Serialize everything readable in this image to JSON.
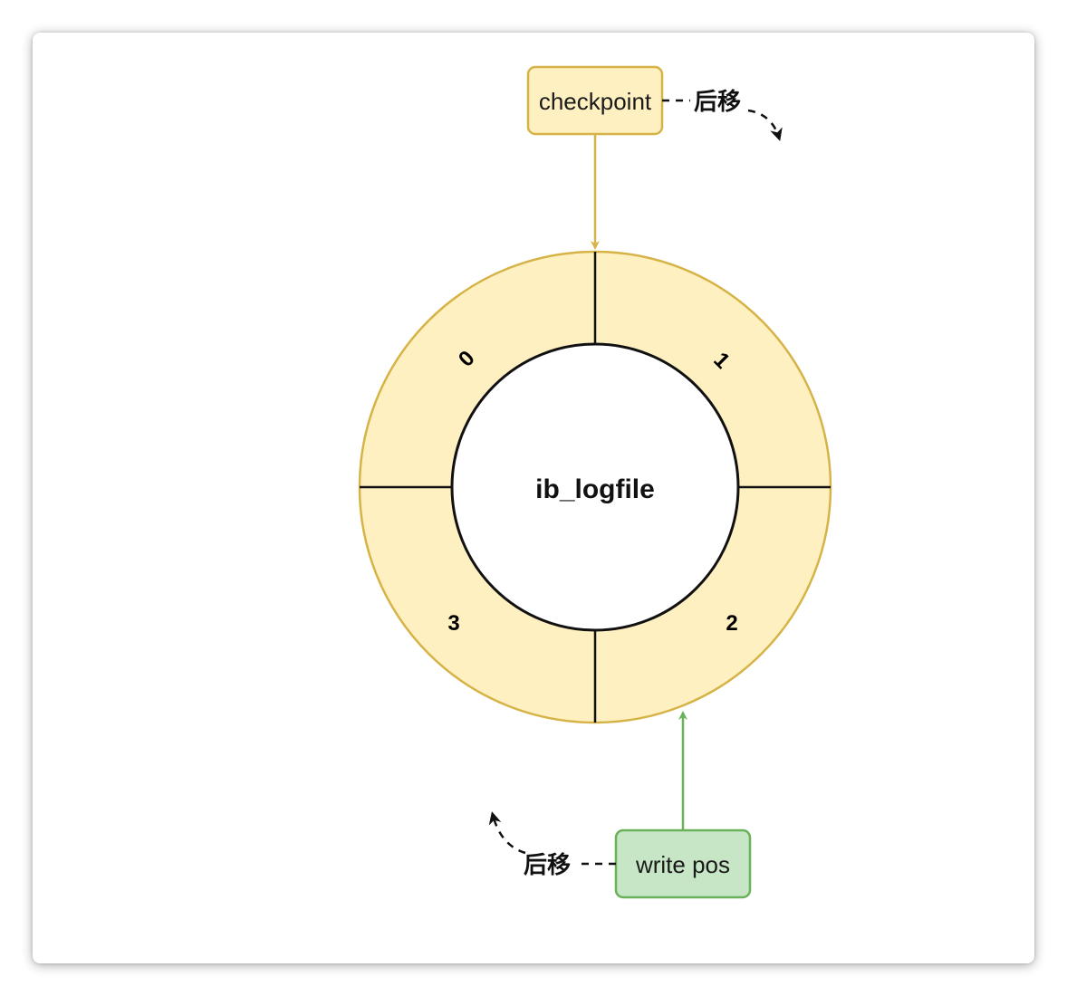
{
  "diagram": {
    "center_label": "ib_logfile",
    "segments": [
      {
        "id": "seg-0",
        "label": "0"
      },
      {
        "id": "seg-1",
        "label": "1"
      },
      {
        "id": "seg-2",
        "label": "2"
      },
      {
        "id": "seg-3",
        "label": "3"
      }
    ],
    "checkpoint": {
      "label": "checkpoint",
      "move_label": "后移"
    },
    "write_pos": {
      "label": "write pos",
      "move_label": "后移"
    }
  },
  "colors": {
    "ring_fill": "#fff0c1",
    "ring_stroke": "#d6b346",
    "checkpoint_fill": "#fff0c1",
    "checkpoint_stroke": "#d6b346",
    "checkpoint_arrow": "#d6b346",
    "write_pos_fill": "#c7e6c6",
    "write_pos_stroke": "#6ab25a",
    "write_pos_arrow": "#6ab25a",
    "divider": "#111111"
  }
}
